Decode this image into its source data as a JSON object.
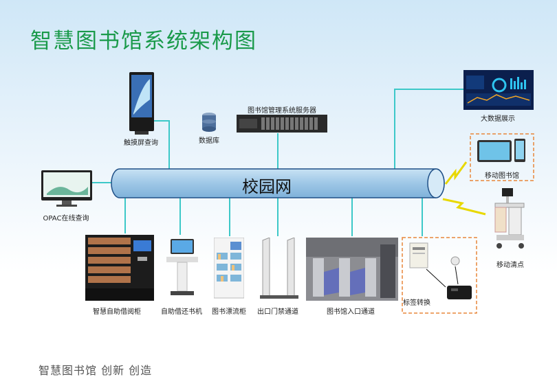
{
  "title": "智慧图书馆系统架构图",
  "network_label": "校园网",
  "slogan": "智慧图书馆  创新  创造",
  "nodes": {
    "touch_screen": "触摸屏查询",
    "database": "数据库",
    "server": "图书馆管理系统服务器",
    "big_data": "大数据展示",
    "mobile_library": "移动图书馆",
    "opac": "OPAC在线查询",
    "mobile_inventory": "移动清点",
    "smart_cabinet": "智慧自助借阅柜",
    "self_checkout": "自助借还书机",
    "book_drift": "图书漂流柜",
    "exit_gate": "出口门禁通道",
    "entrance": "图书馆入口通道",
    "tag_conversion": "标签转换"
  },
  "colors": {
    "title": "#1a9a4a",
    "wire": "#3cc8c8",
    "pipe": "#a9cfe9",
    "dash": "#e8863a",
    "bolt": "#f2e600"
  }
}
